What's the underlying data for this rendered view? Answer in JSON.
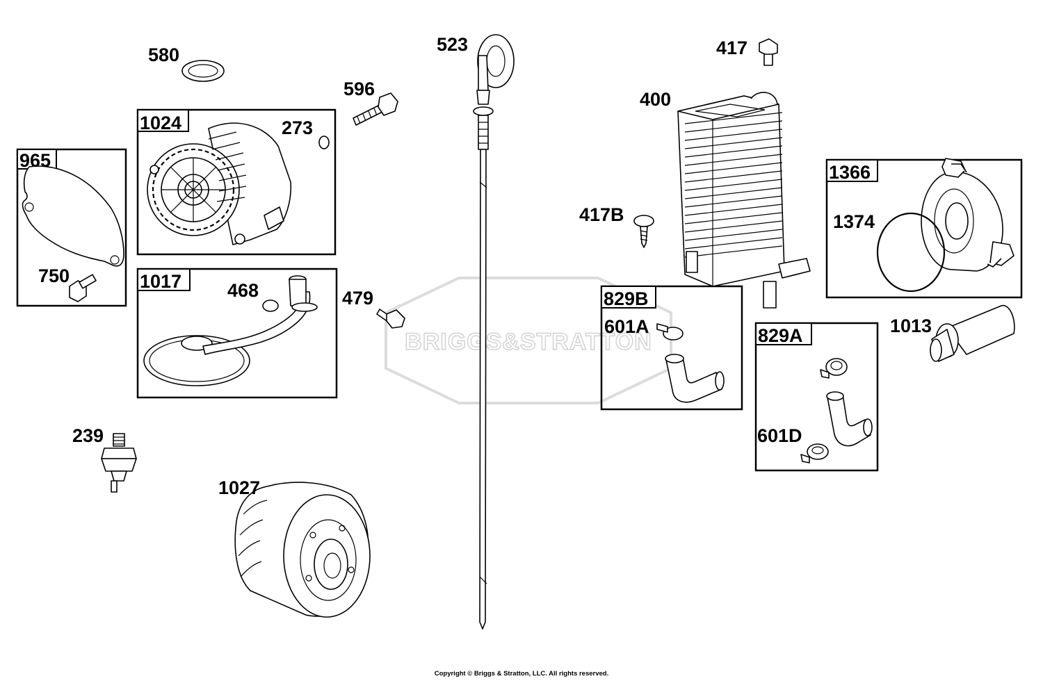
{
  "diagram": {
    "watermark": "BRIGGS&STRATTON",
    "groups": [
      {
        "id": "965",
        "label": "965"
      },
      {
        "id": "1024",
        "label": "1024"
      },
      {
        "id": "1017",
        "label": "1017"
      },
      {
        "id": "1366",
        "label": "1366"
      },
      {
        "id": "829B",
        "label": "829B"
      },
      {
        "id": "829A",
        "label": "829A"
      }
    ],
    "parts": {
      "p580": "580",
      "p596": "596",
      "p273": "273",
      "p750": "750",
      "p468": "468",
      "p479": "479",
      "p239": "239",
      "p1027": "1027",
      "p523": "523",
      "p417": "417",
      "p400": "400",
      "p417B": "417B",
      "p1374": "1374",
      "p601A": "601A",
      "p1013": "1013",
      "p601D": "601D"
    }
  },
  "footer": {
    "copyright": "Copyright © Briggs & Stratton, LLC. All rights reserved."
  }
}
